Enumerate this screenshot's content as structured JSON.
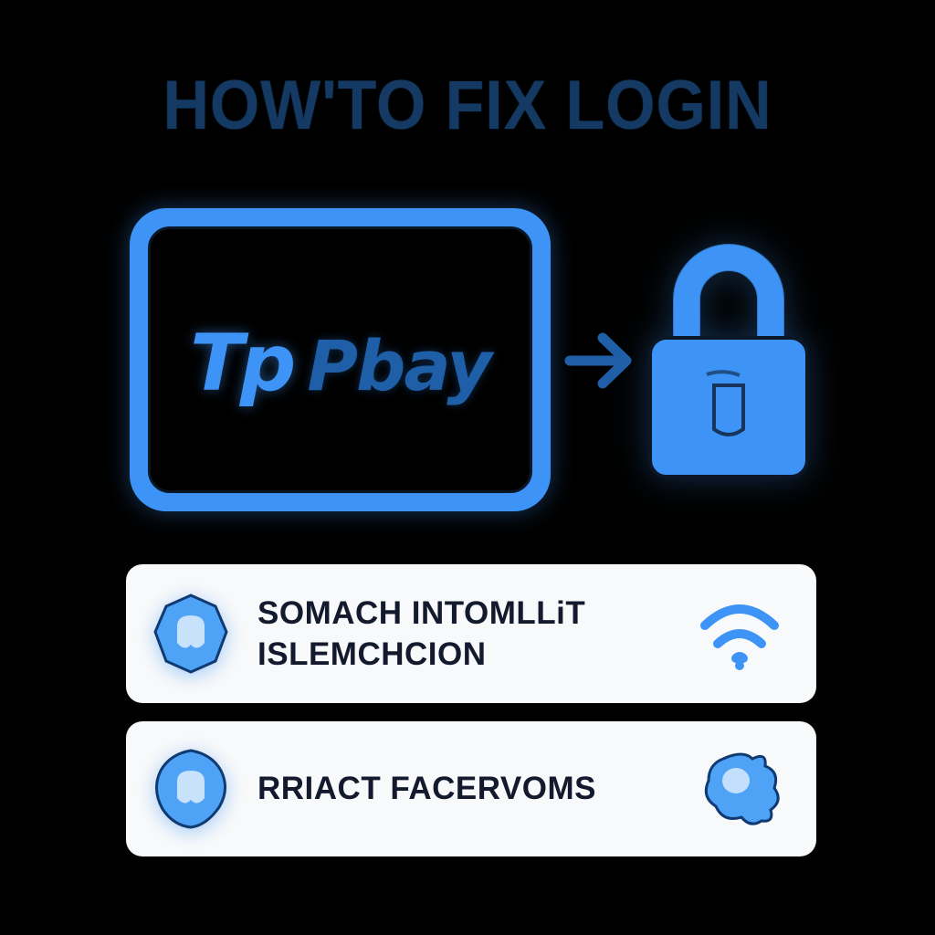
{
  "page": {
    "title": "HOW'TO FIX LOGIN",
    "background_color": "#000000",
    "title_color": "#143A63",
    "accent_blue": "#3D94F6",
    "accent_blue_dark": "#1F5FA8",
    "card_background": "#F8F9FA",
    "card_text_color": "#141A2E"
  },
  "device": {
    "name": "tablet-device",
    "frame_color": "#3D94F6",
    "screen_color": "#000000",
    "logo": {
      "mark": "Tp",
      "word": "Pbay",
      "mark_color": "#3D94F6",
      "word_color": "#1F5FA8"
    }
  },
  "arrow": {
    "name": "right-arrow-icon",
    "color": "#1F5FA8"
  },
  "padlock": {
    "name": "padlock-icon",
    "color": "#3D94F6",
    "outline_color": "#0b1626"
  },
  "cards": [
    {
      "badge_icon": "shield-badge-icon",
      "lines": [
        "SOMACH INTOMLLiT",
        "ISLEMCHCION"
      ],
      "right_icon": "wifi-icon",
      "icon_color": "#3D94F6"
    },
    {
      "badge_icon": "shield-badge-icon",
      "lines": [
        "RRIACT FACERVOMS"
      ],
      "right_icon": "cloud-blob-icon",
      "icon_color": "#3D94F6"
    }
  ]
}
